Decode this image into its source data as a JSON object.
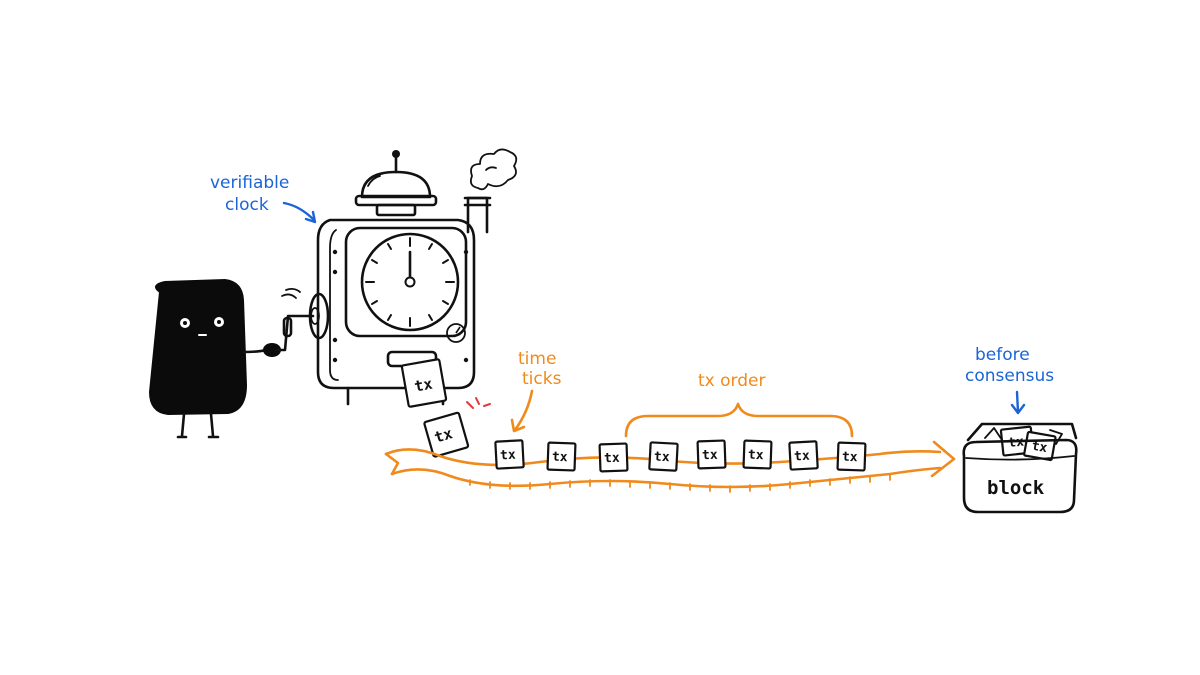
{
  "labels": {
    "verifiable_clock_line1": "verifiable",
    "verifiable_clock_line2": "clock",
    "time_ticks_line1": "time",
    "time_ticks_line2": "ticks",
    "tx_order": "tx order",
    "before_consensus_line1": "before",
    "before_consensus_line2": "consensus",
    "block": "block"
  },
  "transactions": {
    "printing": "tx",
    "falling": "tx",
    "on_tape": [
      "tx",
      "tx",
      "tx",
      "tx",
      "tx",
      "tx",
      "tx",
      "tx"
    ],
    "in_block": [
      "tx",
      "tx"
    ]
  },
  "colors": {
    "ink": "#111111",
    "annotation_blue": "#1b64d8",
    "tape_orange": "#f08a1c",
    "spark_red": "#e23b3b"
  },
  "icons": [
    "clock-machine-icon",
    "bell-icon",
    "steam-cloud-icon",
    "crank-handle-icon",
    "pressure-gauge-icon",
    "character-icon",
    "tape-arrow-icon",
    "block-box-icon"
  ]
}
